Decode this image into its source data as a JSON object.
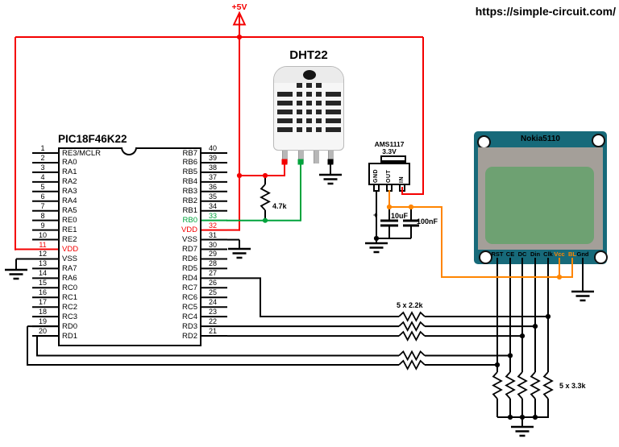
{
  "watermark": "https://simple-circuit.com/",
  "power_rail": {
    "label": "+5V"
  },
  "mcu": {
    "title": "PIC18F46K22",
    "left_pins": [
      {
        "num": "1",
        "label": "RE3/MCLR",
        "overline": "MCLR"
      },
      {
        "num": "2",
        "label": "RA0"
      },
      {
        "num": "3",
        "label": "RA1"
      },
      {
        "num": "4",
        "label": "RA2"
      },
      {
        "num": "5",
        "label": "RA3"
      },
      {
        "num": "6",
        "label": "RA4"
      },
      {
        "num": "7",
        "label": "RA5"
      },
      {
        "num": "8",
        "label": "RE0"
      },
      {
        "num": "9",
        "label": "RE1"
      },
      {
        "num": "10",
        "label": "RE2"
      },
      {
        "num": "11",
        "label": "VDD",
        "color": "red"
      },
      {
        "num": "12",
        "label": "VSS"
      },
      {
        "num": "13",
        "label": "RA7"
      },
      {
        "num": "14",
        "label": "RA6"
      },
      {
        "num": "15",
        "label": "RC0"
      },
      {
        "num": "16",
        "label": "RC1"
      },
      {
        "num": "17",
        "label": "RC2"
      },
      {
        "num": "18",
        "label": "RC3"
      },
      {
        "num": "19",
        "label": "RD0"
      },
      {
        "num": "20",
        "label": "RD1"
      }
    ],
    "right_pins": [
      {
        "num": "40",
        "label": "RB7"
      },
      {
        "num": "39",
        "label": "RB6"
      },
      {
        "num": "38",
        "label": "RB5"
      },
      {
        "num": "37",
        "label": "RB4"
      },
      {
        "num": "36",
        "label": "RB3"
      },
      {
        "num": "35",
        "label": "RB2"
      },
      {
        "num": "34",
        "label": "RB1"
      },
      {
        "num": "33",
        "label": "RB0",
        "color": "green"
      },
      {
        "num": "32",
        "label": "VDD",
        "color": "red"
      },
      {
        "num": "31",
        "label": "VSS"
      },
      {
        "num": "30",
        "label": "RD7"
      },
      {
        "num": "29",
        "label": "RD6"
      },
      {
        "num": "28",
        "label": "RD5"
      },
      {
        "num": "27",
        "label": "RD4"
      },
      {
        "num": "26",
        "label": "RC7"
      },
      {
        "num": "25",
        "label": "RC6"
      },
      {
        "num": "24",
        "label": "RC5"
      },
      {
        "num": "23",
        "label": "RC4"
      },
      {
        "num": "22",
        "label": "RD3"
      },
      {
        "num": "21",
        "label": "RD2"
      }
    ]
  },
  "sensor": {
    "label": "DHT22"
  },
  "regulator": {
    "name": "AMS1117",
    "voltage": "3.3V",
    "pins": [
      "GND",
      "OUT",
      "IN"
    ]
  },
  "capacitors": {
    "c1_polarity": "+",
    "c1_label": "10uF",
    "c2_label": "100nF"
  },
  "resistors": {
    "pullup": "4.7k",
    "bus_top": "5 x 2.2k",
    "bus_bottom": "5 x 3.3k"
  },
  "display": {
    "title": "Nokia5110",
    "pins": [
      {
        "label": "RST"
      },
      {
        "label": "CE"
      },
      {
        "label": "DC"
      },
      {
        "label": "Din"
      },
      {
        "label": "Clk"
      },
      {
        "label": "Vcc",
        "color": "orange"
      },
      {
        "label": "BL",
        "color": "orange"
      },
      {
        "label": "Gnd"
      }
    ]
  },
  "colors": {
    "red": "#f40000",
    "green": "#00a33c",
    "orange": "#ff8500",
    "black": "#000000",
    "board_teal": "#176a7a",
    "bezel_gray": "#a49f99",
    "screen_green": "#6ea172"
  }
}
